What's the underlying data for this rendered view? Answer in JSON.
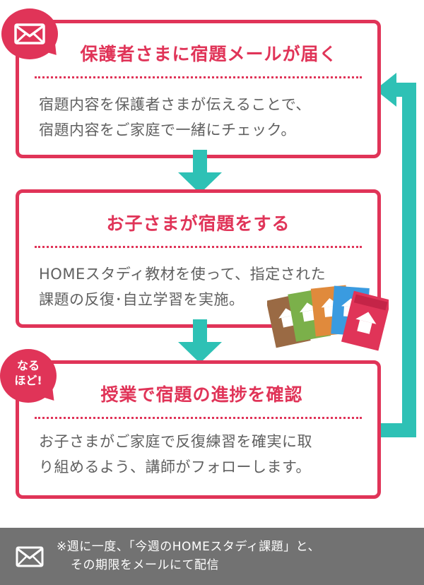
{
  "steps": [
    {
      "title": "保護者さまに宿題メールが届く",
      "body_line1": "宿題内容を保護者さまが伝えることで、",
      "body_line2": "宿題内容をご家庭で一緒にチェック。"
    },
    {
      "title": "お子さまが宿題をする",
      "body_line1": "HOMEスタディ教材を使って、指定された",
      "body_line2": "課題の反復･自立学習を実施。"
    },
    {
      "title": "授業で宿題の進捗を確認",
      "body_line1": "お子さまがご家庭で反復練習を確実に取",
      "body_line2": "り組めるよう、講師がフォローします。"
    }
  ],
  "badge": {
    "line1": "なる",
    "line2": "ほど!"
  },
  "footer": {
    "line1": "※週に一度、「今週のHOMEスタディ課題」と、",
    "line2": "その期限をメールにて配信"
  },
  "colors": {
    "accent": "#e03458",
    "arrow": "#2ec1b5",
    "body_text": "#606060",
    "footer_bg": "#727272"
  },
  "icons": {
    "mail": "mail-icon",
    "footer_mail": "mail-icon"
  }
}
